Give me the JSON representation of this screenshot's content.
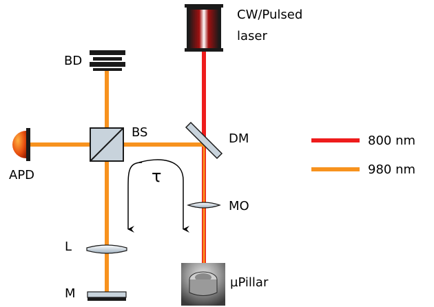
{
  "labels": {
    "laser_line1": "CW/Pulsed",
    "laser_line2": "laser",
    "beam_dump": "BD",
    "beam_splitter": "BS",
    "dichroic_mirror": "DM",
    "detector": "APD",
    "delay": "τ",
    "microscope_objective": "MO",
    "lens": "L",
    "mirror": "M",
    "sample": "µPillar"
  },
  "legend": [
    {
      "label": "800 nm",
      "color": "#ee1c1c"
    },
    {
      "label": "980 nm",
      "color": "#f7921e"
    }
  ],
  "colors": {
    "beam_800": "#ee1c1c",
    "beam_980": "#f7921e",
    "optics": "#c8d3dc",
    "metal": "#1a1a1a"
  }
}
